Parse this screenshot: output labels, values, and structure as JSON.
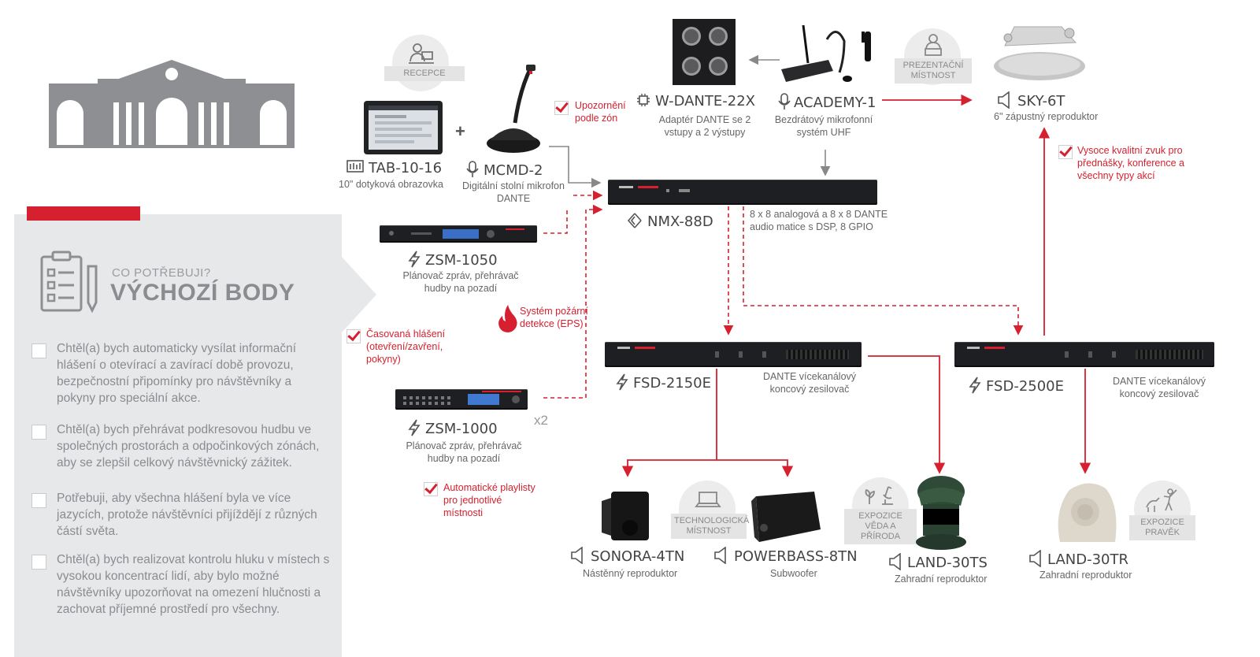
{
  "colors": {
    "accent": "#d6202f",
    "panel": "#e7e8ea",
    "dark": "#1d1f22",
    "gray_text": "#8a8c90"
  },
  "panel": {
    "kicker": "CO POTŘEBUJI?",
    "title": "VÝCHOZÍ BODY",
    "items": [
      "Chtěl(a) bych automaticky vysílat informační hlášení o otevírací a zavírací době provozu, bezpečnostní připomínky pro návštěvníky a pokyny pro speciální akce.",
      "Chtěl(a) bych přehrávat podkresovou hudbu ve společných prostorách a odpočinkových zónách, aby se zlepšil celkový návštěvnický zážitek.",
      "Potřebuji, aby všechna hlášení byla ve více jazycích, protože návštěvníci přijíždějí z různých částí světa.",
      "Chtěl(a) bych realizovat kontrolu hluku v místech s vysokou koncentrací lidí, aby bylo možné návštěvníky upozorňovat na omezení hlučnosti a zachovat příjemné prostředí pro všechny."
    ]
  },
  "badges": {
    "recepce": "RECEPCE",
    "prezentacni": "PREZENTAČNÍ MÍSTNOST",
    "technologicka": "TECHNOLOGICKÁ MÍSTNOST",
    "veda": "EXPOZICE VĚDA A PŘÍRODA",
    "pravek": "EXPOZICE PRAVĚK"
  },
  "products": {
    "tab": {
      "name": "TAB-10-16",
      "desc": "10\" dotyková obrazovka",
      "icon": "touchscreen-icon"
    },
    "mcmd": {
      "name": "MCMD-2",
      "desc": "Digitální stolní mikrofon DANTE",
      "icon": "microphone-icon"
    },
    "wdante": {
      "name": "W-DANTE-22X",
      "desc": "Adaptér DANTE se 2 vstupy a 2 výstupy",
      "icon": "chip-icon"
    },
    "academy": {
      "name": "ACADEMY-1",
      "desc": "Bezdrátový mikrofonní systém UHF",
      "icon": "microphone-icon"
    },
    "sky": {
      "name": "SKY-6T",
      "desc": "6\" zápustný reproduktor",
      "icon": "speaker-icon"
    },
    "nmx": {
      "name": "NMX-88D",
      "desc": "8 x 8 analogová a 8 x 8 DANTE audio matice s DSP, 8 GPIO",
      "icon": "matrix-icon"
    },
    "zsm1050": {
      "name": "ZSM-1050",
      "desc": "Plánovač zpráv, přehrávač hudby na pozadí",
      "icon": "lightning-icon"
    },
    "zsm1000": {
      "name": "ZSM-1000",
      "desc": "Plánovač zpráv, přehrávač hudby na pozadí",
      "icon": "lightning-icon",
      "qty": "x2"
    },
    "fsd2150": {
      "name": "FSD-2150E",
      "desc": "DANTE vícekanálový koncový zesilovač",
      "icon": "lightning-icon"
    },
    "fsd2500": {
      "name": "FSD-2500E",
      "desc": "DANTE vícekanálový koncový zesilovač",
      "icon": "lightning-icon"
    },
    "sonora": {
      "name": "SONORA-4TN",
      "desc": "Nástěnný reproduktor",
      "icon": "speaker-icon"
    },
    "powerbass": {
      "name": "POWERBASS-8TN",
      "desc": "Subwoofer",
      "icon": "speaker-icon"
    },
    "land30ts": {
      "name": "LAND-30TS",
      "desc": "Zahradní reproduktor",
      "icon": "speaker-icon"
    },
    "land30tr": {
      "name": "LAND-30TR",
      "desc": "Zahradní reproduktor",
      "icon": "speaker-icon"
    }
  },
  "notes": {
    "zones": "Upozornění podle zón",
    "quality": "Vysoce kvalitní zvuk pro přednášky, konference a všechny typy akcí",
    "fire": "Systém požární detekce (EPS)",
    "timed": "Časovaná hlášení (otevření/zavření, pokyny)",
    "playlists": "Automatické playlisty pro jednotlivé místnosti"
  },
  "misc": {
    "plus": "+"
  }
}
